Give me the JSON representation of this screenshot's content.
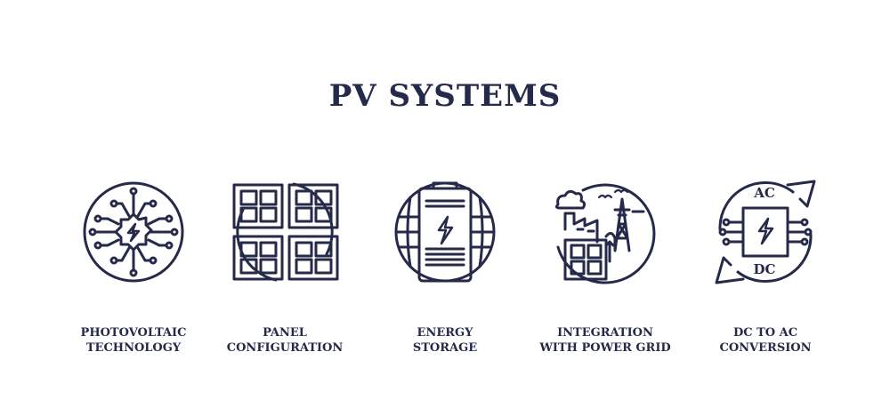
{
  "title": "PV SYSTEMS",
  "items": [
    {
      "icon": "photovoltaic-chip-icon",
      "line1": "PHOTOVOLTAIC",
      "line2": "TECHNOLOGY"
    },
    {
      "icon": "solar-panels-icon",
      "line1": "PANEL",
      "line2": "CONFIGURATION"
    },
    {
      "icon": "battery-icon",
      "line1": "ENERGY",
      "line2": "STORAGE"
    },
    {
      "icon": "power-grid-icon",
      "line1": "INTEGRATION",
      "line2": "WITH POWER GRID"
    },
    {
      "icon": "ac-dc-converter-icon",
      "line1": "DC TO AC",
      "line2": "CONVERSION"
    },
    {
      "icon_texts": {
        "ac": "AC",
        "dc": "DC"
      }
    }
  ],
  "colors": {
    "ink": "#252a4a",
    "background": "#ffffff"
  }
}
